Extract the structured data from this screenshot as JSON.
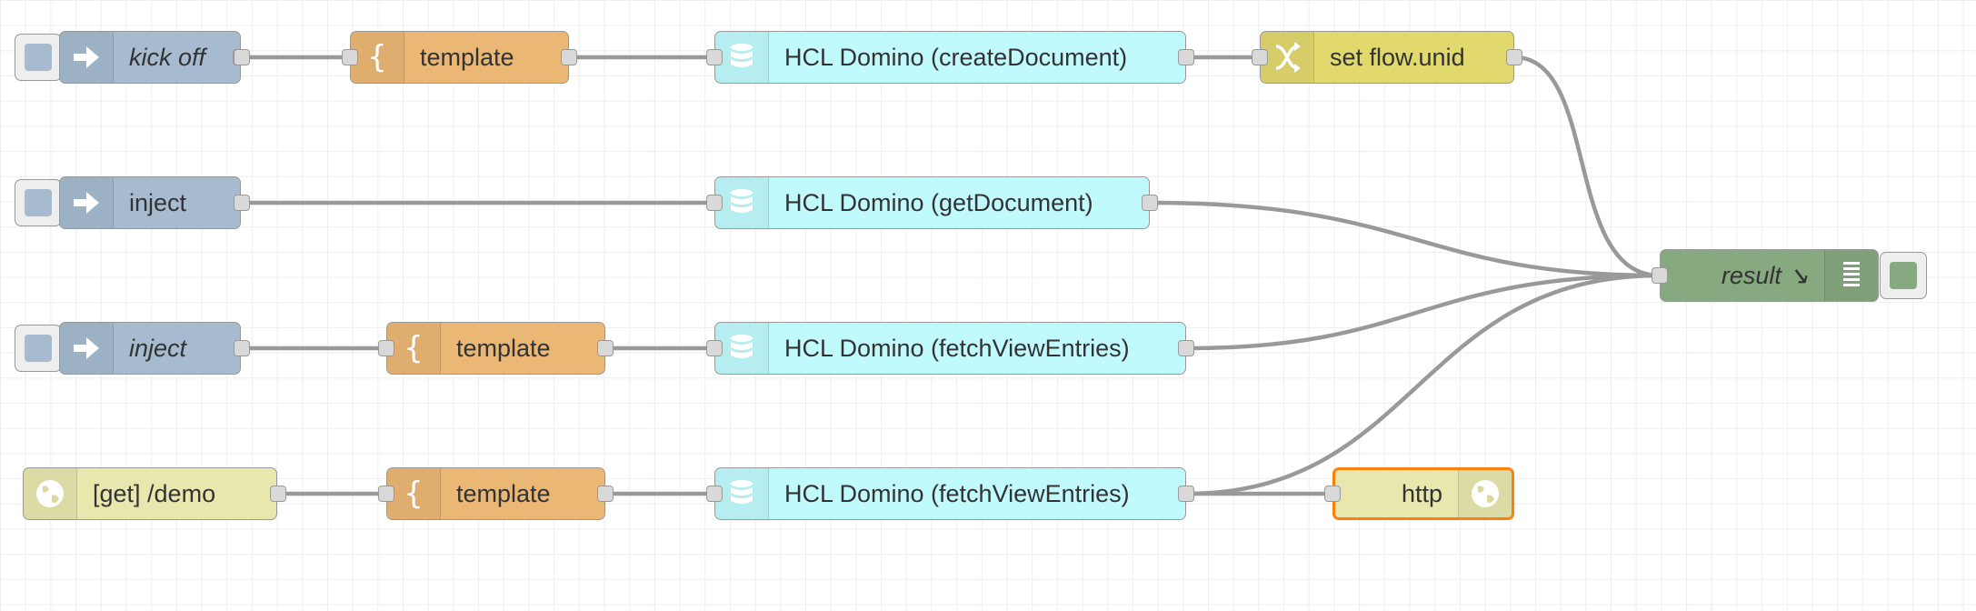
{
  "colors": {
    "inject": "#a6bbcf",
    "template": "#ebb774",
    "domino": "#c0fafd",
    "change": "#e2d96e",
    "debug": "#87a980",
    "http": "#e7e7ae",
    "selected_border": "#ff7f0e",
    "wire": "#999999"
  },
  "icons": {
    "inject": "arrow-in-icon",
    "template": "curly-brace-icon",
    "domino": "database-icon",
    "change": "shuffle-icon",
    "debug": "debug-list-icon",
    "http": "globe-icon"
  },
  "flow": {
    "row1": {
      "inject_label": "kick off",
      "template_label": "template",
      "domino_label": "HCL Domino (createDocument)",
      "change_label": "set flow.unid"
    },
    "row2": {
      "inject_label": "inject",
      "domino_label": "HCL Domino (getDocument)"
    },
    "row3": {
      "inject_label": "inject",
      "template_label": "template",
      "domino_label": "HCL Domino (fetchViewEntries)"
    },
    "row4": {
      "http_in_label": "[get] /demo",
      "template_label": "template",
      "domino_label": "HCL Domino (fetchViewEntries)",
      "http_response_label": "http"
    },
    "debug": {
      "label": "result ↘"
    }
  }
}
